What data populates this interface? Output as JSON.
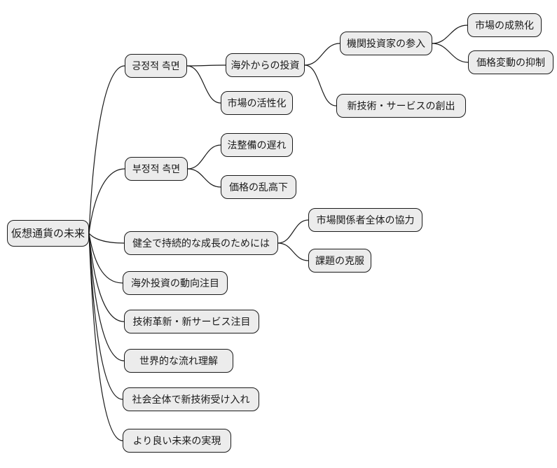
{
  "diagram": {
    "type": "mindmap",
    "colors": {
      "background": "#ffffff",
      "node_fill": "#ececec",
      "node_border": "#1a1a1a",
      "edge": "#1a1a1a",
      "text": "#1a1a1a"
    },
    "root": {
      "label": "仮想通貨の未来",
      "children": [
        {
          "label": "긍정적 측면",
          "children": [
            {
              "label": "海外からの投資",
              "children": [
                {
                  "label": "機関投資家の参入",
                  "children": [
                    {
                      "label": "市場の成熟化",
                      "children": []
                    },
                    {
                      "label": "価格変動の抑制",
                      "children": []
                    }
                  ]
                },
                {
                  "label": "新技術・サービスの創出",
                  "children": []
                }
              ]
            },
            {
              "label": "市場の活性化",
              "children": []
            }
          ]
        },
        {
          "label": "부정적 측면",
          "children": [
            {
              "label": "法整備の遅れ",
              "children": []
            },
            {
              "label": "価格の乱高下",
              "children": []
            }
          ]
        },
        {
          "label": "健全で持続的な成長のためには",
          "children": [
            {
              "label": "市場関係者全体の協力",
              "children": []
            },
            {
              "label": "課題の克服",
              "children": []
            }
          ]
        },
        {
          "label": "海外投資の動向注目",
          "children": []
        },
        {
          "label": "技術革新・新サービス注目",
          "children": []
        },
        {
          "label": "世界的な流れ理解",
          "children": []
        },
        {
          "label": "社会全体で新技術受け入れ",
          "children": []
        },
        {
          "label": "より良い未来の実現",
          "children": []
        }
      ]
    }
  }
}
